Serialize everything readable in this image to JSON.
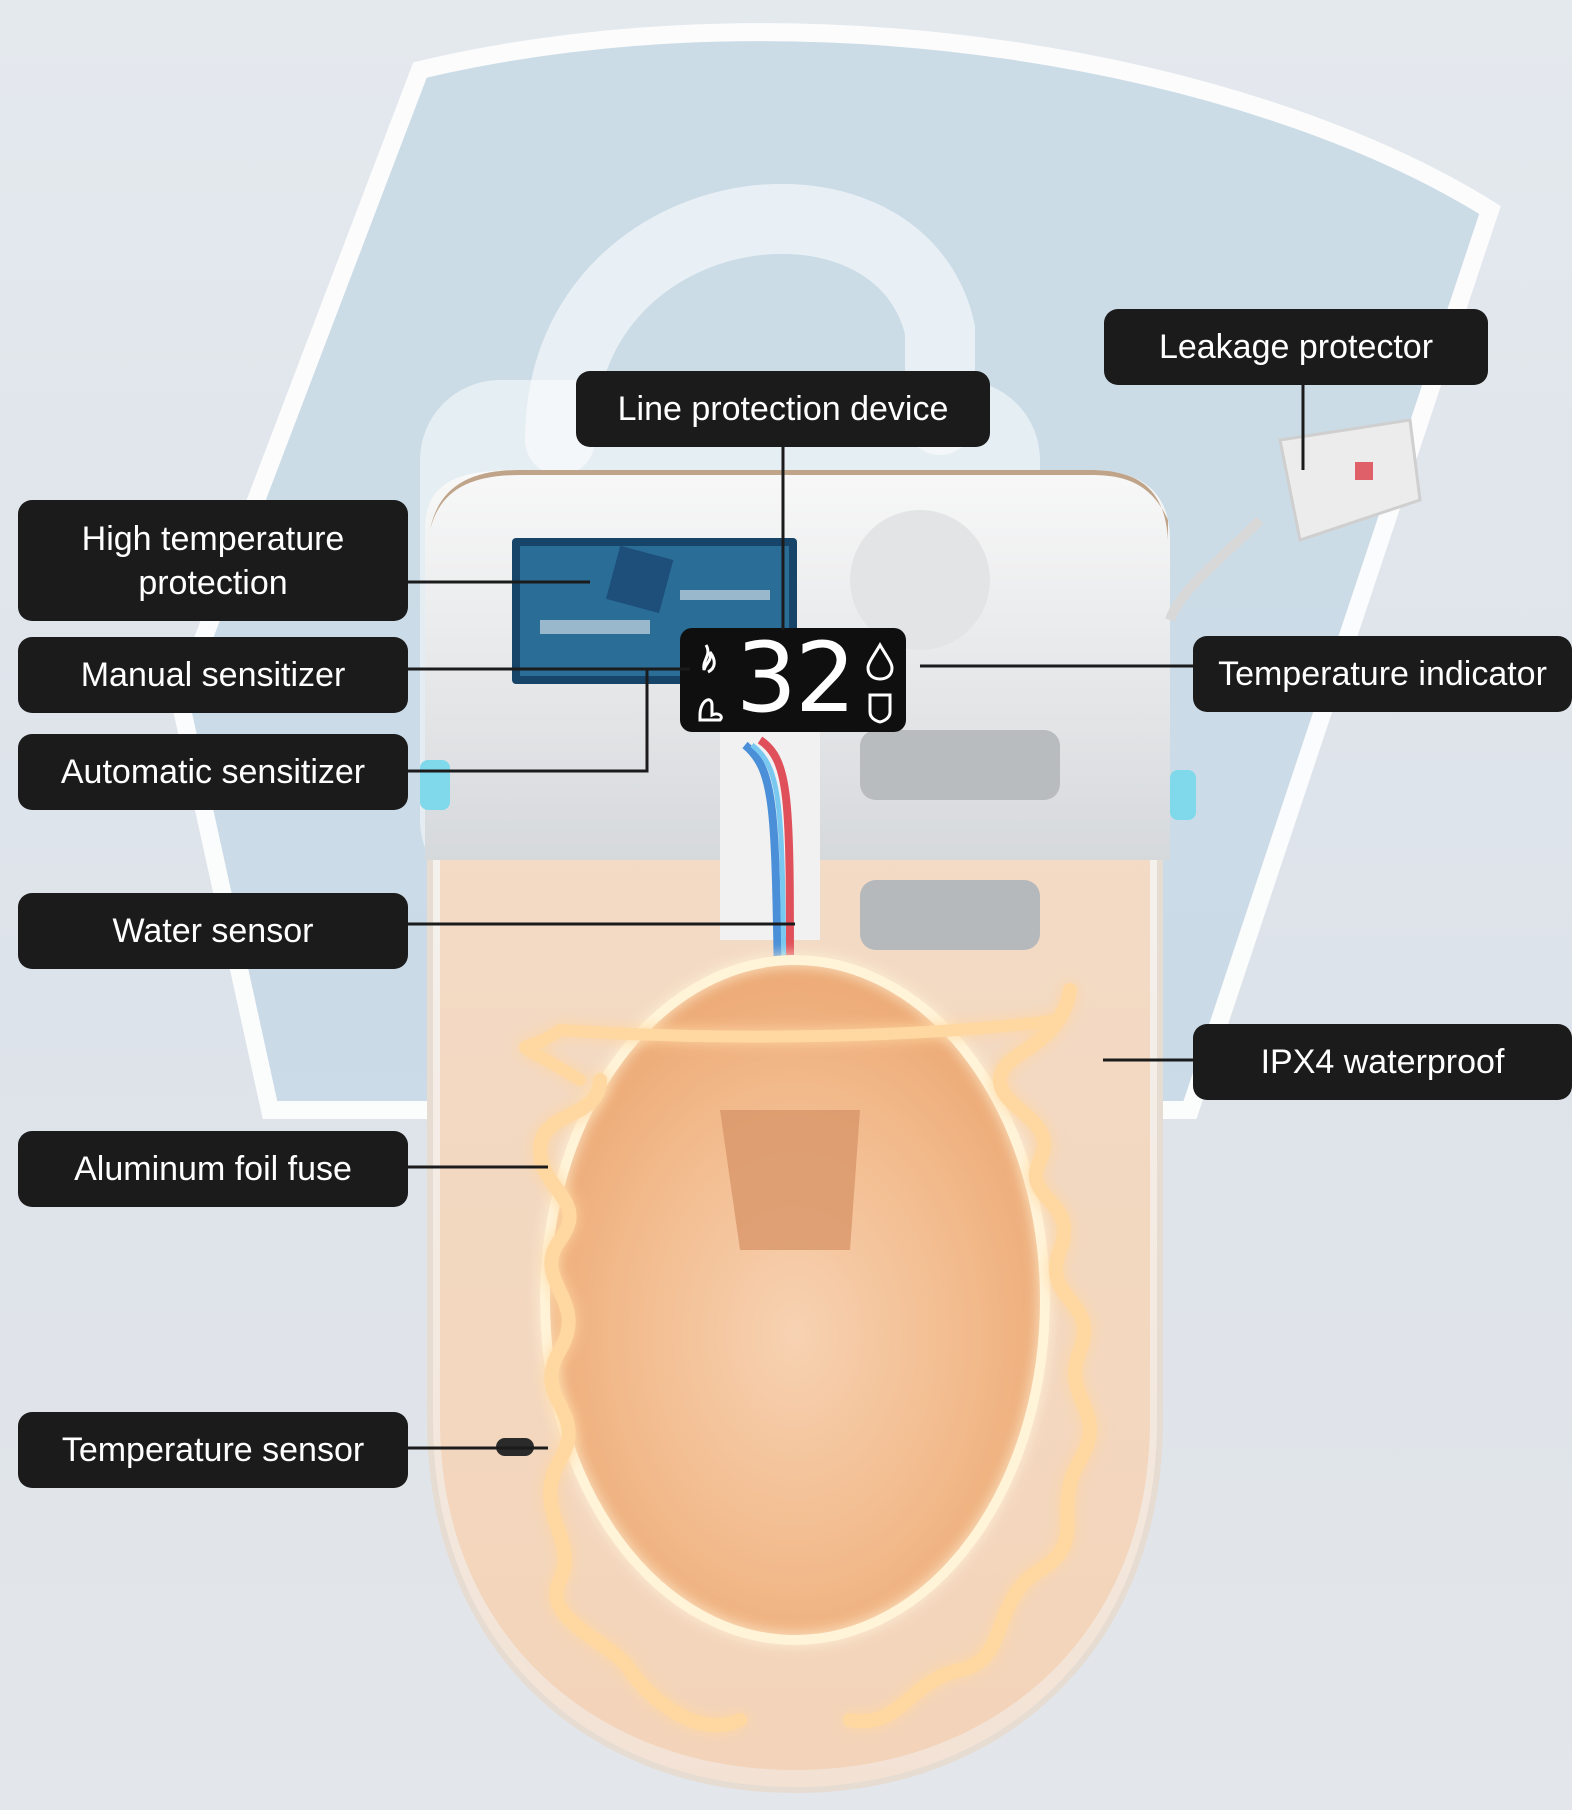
{
  "labels": {
    "leakage_protector": "Leakage protector",
    "line_protection_device": "Line protection device",
    "high_temperature_protection": "High temperature\nprotection",
    "manual_sensitizer": "Manual sensitizer",
    "automatic_sensitizer": "Automatic sensitizer",
    "temperature_indicator": "Temperature indicator",
    "water_sensor": "Water sensor",
    "ipx4_waterproof": "IPX4 waterproof",
    "aluminum_foil_fuse": "Aluminum foil fuse",
    "temperature_sensor": "Temperature sensor"
  },
  "display": {
    "temperature_value": "32",
    "icons": [
      "flame-icon",
      "water-drop-icon",
      "seat-icon",
      "shield-drop-icon"
    ]
  },
  "colors": {
    "label_background": "#1b1b1c",
    "label_text": "#ffffff",
    "heating_glow": "#ffb15a",
    "lock_shield": "#c8dae6"
  }
}
